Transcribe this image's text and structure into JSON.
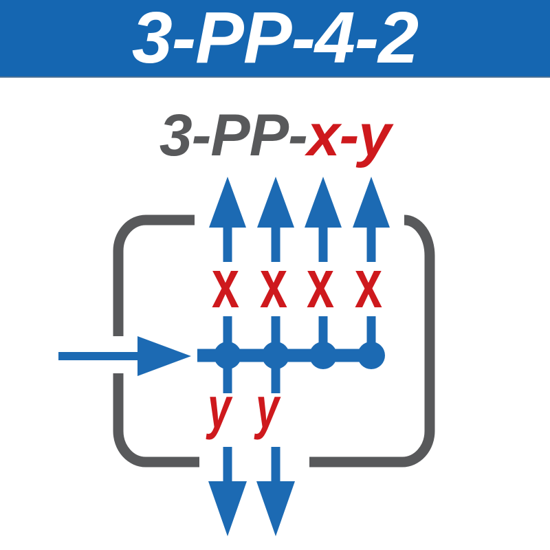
{
  "banner": {
    "title": "3-PP-4-2"
  },
  "pattern": {
    "prefix": "3-PP-",
    "variables": "x-y"
  },
  "diagram": {
    "outlet_count": 4,
    "drain_count": 2,
    "outlet_labels": [
      "x",
      "x",
      "x",
      "x"
    ],
    "drain_labels": [
      "y",
      "y"
    ]
  },
  "colors": {
    "banner_blue": "#1566b1",
    "diagram_blue": "#1c6ab3",
    "label_red": "#ce191d",
    "frame_gray": "#58595b",
    "title_white": "#ffffff"
  }
}
